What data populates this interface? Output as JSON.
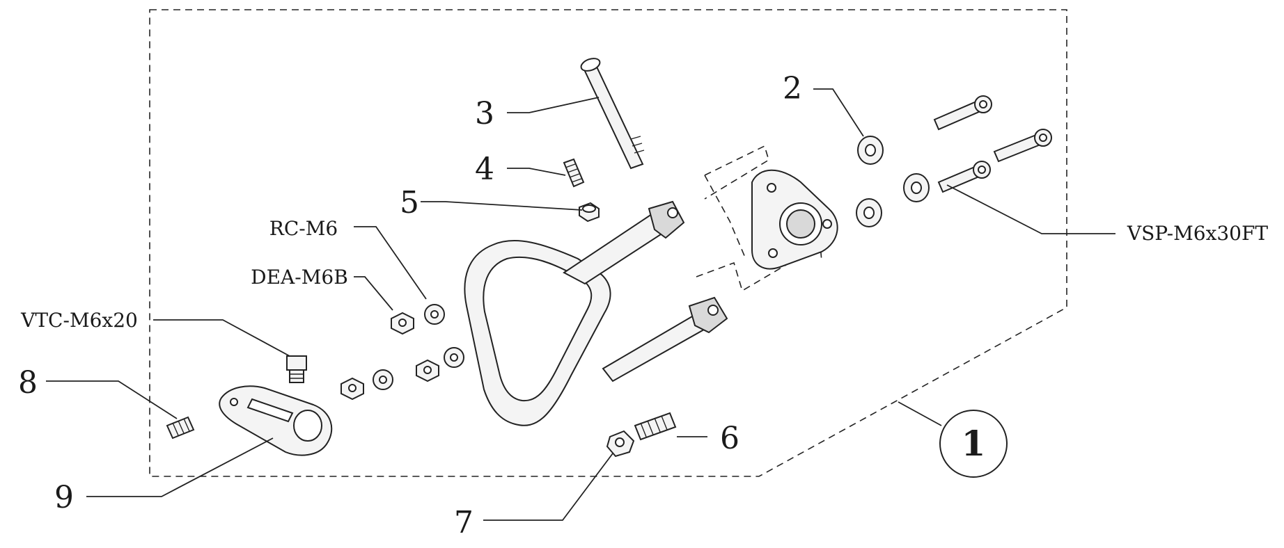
{
  "assembly": {
    "number": "1"
  },
  "callouts": {
    "c2": "2",
    "c3": "3",
    "c4": "4",
    "c5": "5",
    "c6": "6",
    "c7": "7",
    "c8": "8",
    "c9": "9",
    "rc": "RC-M6",
    "dea": "DEA-M6B",
    "vtc": "VTC-M6x20",
    "vsp": "VSP-M6x30FT"
  },
  "colors": {
    "line": "#222222",
    "part_fill": "#f4f4f4",
    "shade_fill": "#d9d9d9",
    "background": "#ffffff"
  }
}
